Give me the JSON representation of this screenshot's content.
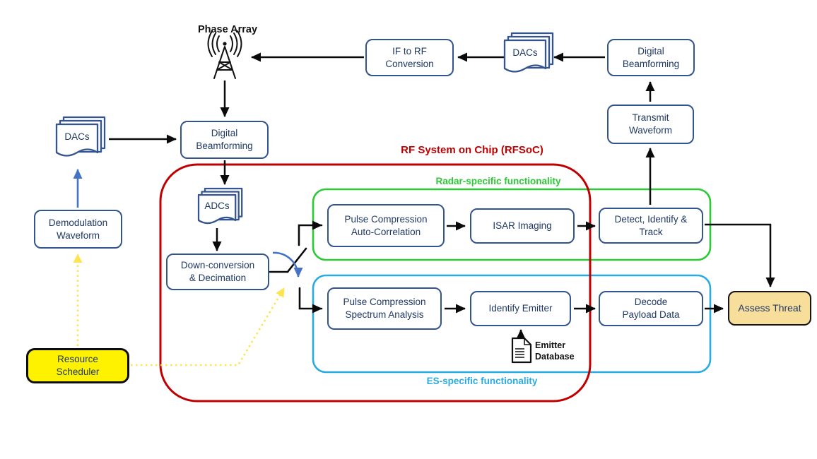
{
  "diagram": {
    "title_label": "RF System on Chip (RFSoC)",
    "regions": {
      "rfsoc": "RF System on Chip (RFSoC)",
      "radar": "Radar-specific functionality",
      "es": "ES-specific functionality"
    },
    "nodes": {
      "phase_array": "Phase Array",
      "if_to_rf": "IF to RF\nConversion",
      "dacs_top": "DACs",
      "digital_beamforming_tx": "Digital\nBeamforming",
      "transmit_waveform": "Transmit\nWaveform",
      "dacs_left": "DACs",
      "digital_beamforming_rx": "Digital\nBeamforming",
      "adcs": "ADCs",
      "demodulation_waveform": "Demodulation\nWaveform",
      "down_conversion": "Down-conversion\n& Decimation",
      "pulse_compression_auto": "Pulse Compression\nAuto-Correlation",
      "isar_imaging": "ISAR Imaging",
      "detect_identify_track": "Detect, Identify &\nTrack",
      "pulse_compression_spectrum": "Pulse Compression\nSpectrum Analysis",
      "identify_emitter": "Identify Emitter",
      "decode_payload": "Decode\nPayload Data",
      "emitter_database": "Emitter\nDatabase",
      "assess_threat": "Assess Threat",
      "resource_scheduler": "Resource\nScheduler"
    },
    "icons": {
      "phase_array": "antenna-tower-icon",
      "dacs_top": "document-stack-icon",
      "dacs_left": "document-stack-icon",
      "adcs": "document-stack-icon",
      "emitter_database": "document-icon",
      "switch": "selector-switch-icon"
    },
    "colors": {
      "rfsoc_outline": "#C00000",
      "radar_outline": "#2DC937",
      "es_outline": "#29ABE2",
      "node_border": "#33548E",
      "node_text": "#1F3864",
      "arrow_black": "#0a0a0a",
      "arrow_blue": "#4472C4",
      "arrow_yellow": "#FFE351",
      "scheduler_fill": "#FFF200",
      "assess_fill": "#F7DE9A"
    }
  }
}
